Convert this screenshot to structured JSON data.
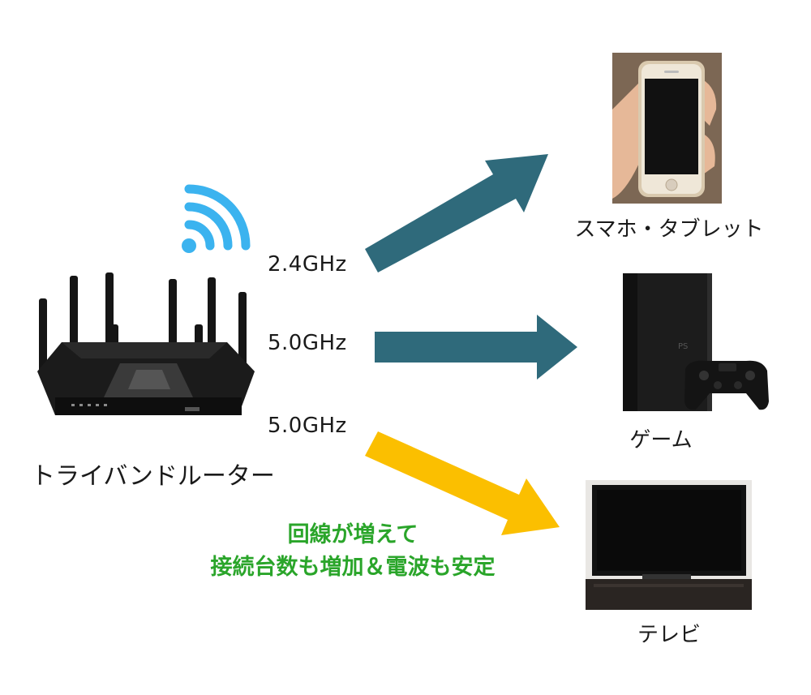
{
  "router": {
    "label": "トライバンドルーター"
  },
  "bands": [
    {
      "label": "2.4GHz"
    },
    {
      "label": "5.0GHz"
    },
    {
      "label": "5.0GHz"
    }
  ],
  "devices": {
    "smartphone": {
      "label": "スマホ・タブレット"
    },
    "game": {
      "label": "ゲーム"
    },
    "tv": {
      "label": "テレビ"
    }
  },
  "note": {
    "line1": "回線が増えて",
    "line2": "接続台数も増加＆電波も安定"
  },
  "colors": {
    "wifi": "#3bb3ef",
    "arrow_teal": "#2f6a7b",
    "arrow_yellow": "#fbbf00",
    "note_green": "#2aa52a"
  }
}
